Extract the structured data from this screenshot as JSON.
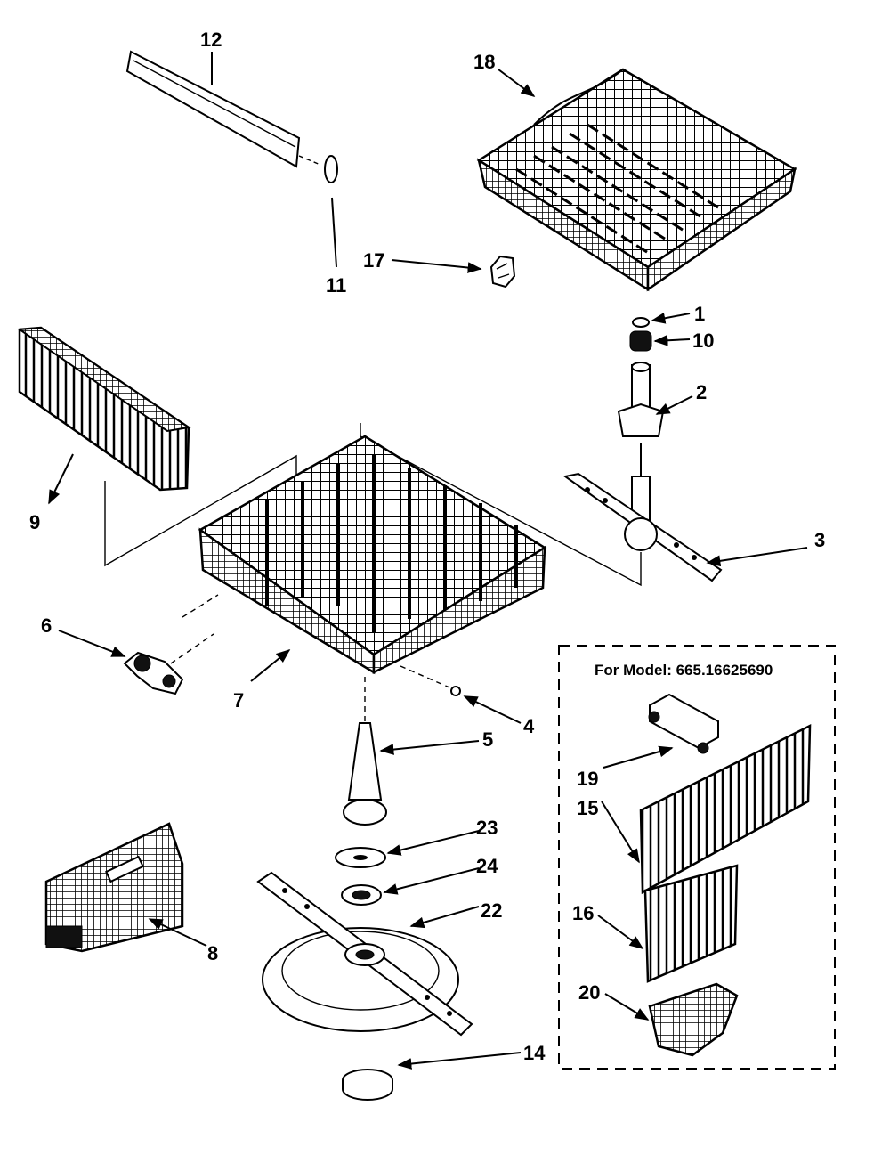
{
  "callouts": {
    "c1": "1",
    "c2": "2",
    "c3": "3",
    "c4": "4",
    "c5": "5",
    "c6": "6",
    "c7": "7",
    "c8": "8",
    "c9": "9",
    "c10": "10",
    "c11": "11",
    "c12": "12",
    "c14": "14",
    "c15": "15",
    "c16": "16",
    "c17": "17",
    "c18": "18",
    "c19": "19",
    "c20": "20",
    "c22": "22",
    "c23": "23",
    "c24": "24"
  },
  "inset": {
    "title": "For Model: 665.16625690"
  },
  "colors": {
    "ink": "#000000",
    "paper": "#ffffff"
  }
}
